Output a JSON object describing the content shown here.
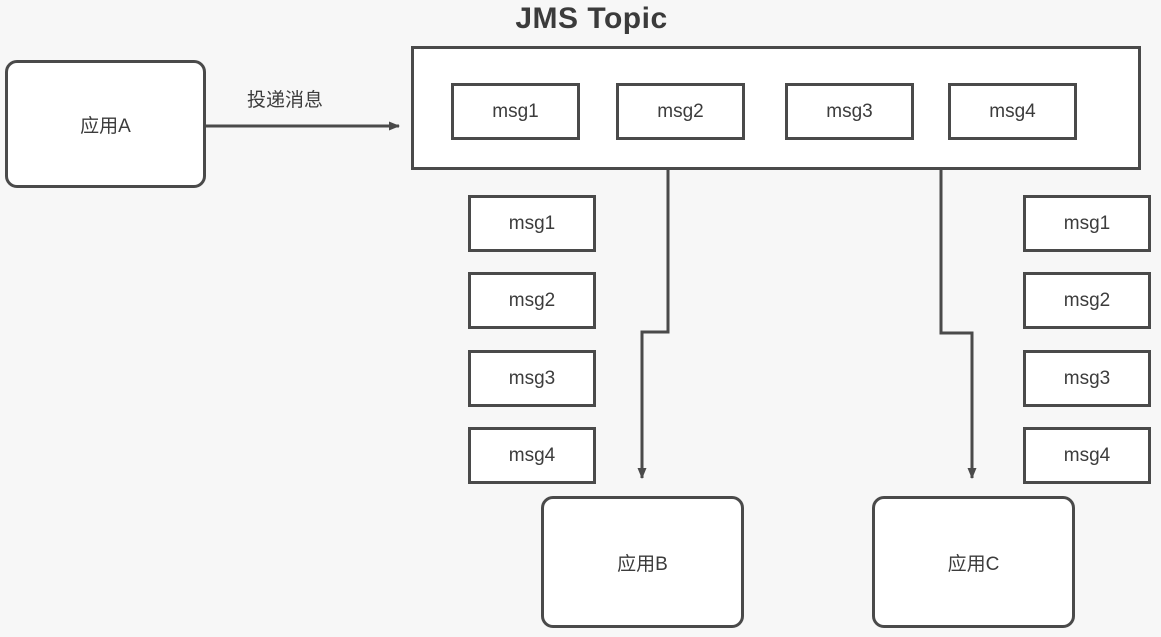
{
  "diagram": {
    "title": "JMS Topic",
    "colors": {
      "background": "#f7f7f7",
      "box_fill": "#ffffff",
      "stroke": "#4a4a4a",
      "text": "#3c3c3c"
    }
  },
  "producer": {
    "label": "应用A",
    "edge_label": "投递消息"
  },
  "topic": {
    "title": "JMS Topic",
    "messages": [
      {
        "label": "msg1"
      },
      {
        "label": "msg2"
      },
      {
        "label": "msg3"
      },
      {
        "label": "msg4"
      }
    ]
  },
  "consumers": [
    {
      "name": "consumer-b",
      "label": "应用B",
      "messages": [
        {
          "label": "msg1"
        },
        {
          "label": "msg2"
        },
        {
          "label": "msg3"
        },
        {
          "label": "msg4"
        }
      ]
    },
    {
      "name": "consumer-c",
      "label": "应用C",
      "messages": [
        {
          "label": "msg1"
        },
        {
          "label": "msg2"
        },
        {
          "label": "msg3"
        },
        {
          "label": "msg4"
        }
      ]
    }
  ]
}
